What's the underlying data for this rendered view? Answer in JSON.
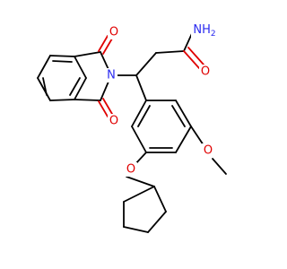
{
  "structure": {
    "atom_labels": {
      "amide_n": "NH",
      "amide_n_sub": "2",
      "amide_o": "O",
      "imide_o_top": "O",
      "imide_o_bottom": "O",
      "imide_n": "N",
      "methoxy_o": "O",
      "ether_o": "O"
    },
    "colors": {
      "bond": "#000000",
      "oxygen": "#e00000",
      "nitrogen": "#2a2af0"
    }
  }
}
